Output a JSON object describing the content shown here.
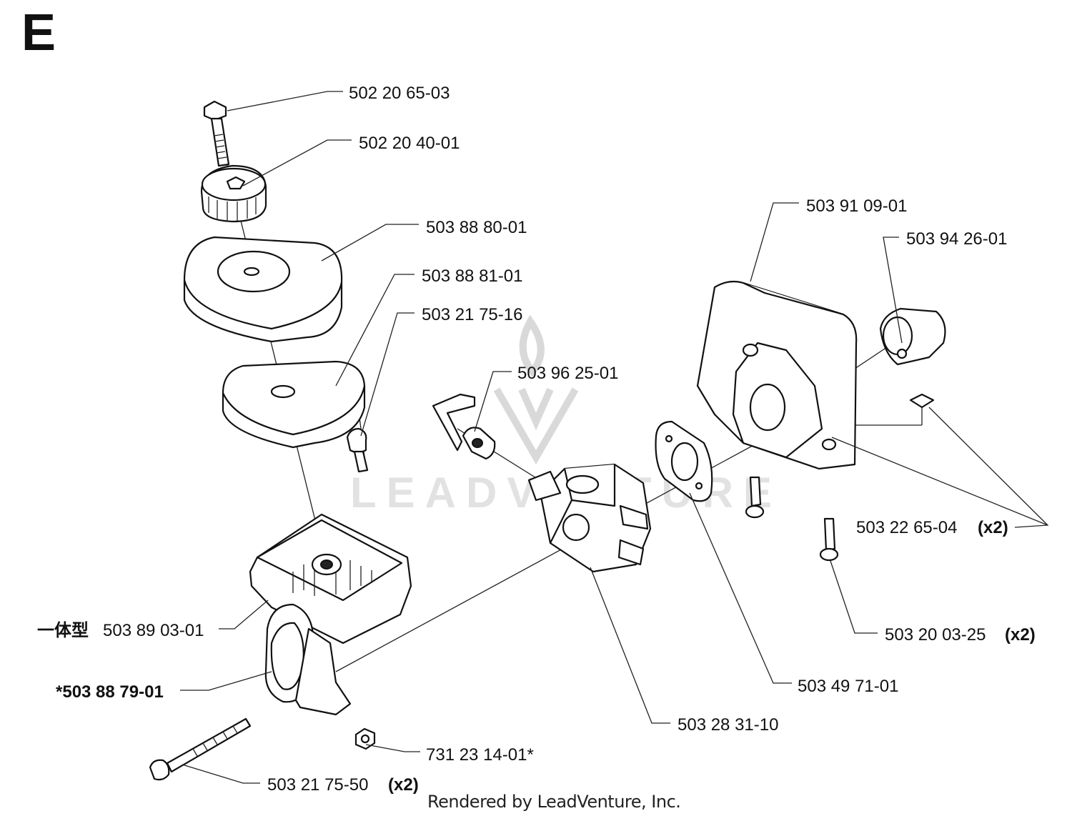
{
  "page_letter": "E",
  "footer": "Rendered by LeadVenture, Inc.",
  "watermark": "LEADVENTURE",
  "callouts": {
    "screw_top": "502 20 65-03",
    "knob": "502 20 40-01",
    "filter_cover": "503 88 80-01",
    "filter_element": "503 88 81-01",
    "screw_small": "503 21 75-16",
    "choke_lever": "503 96 25-01",
    "filter_housing": "503 89 03-01",
    "filter_housing_prefix": "一体型",
    "grommet": "*503 88 79-01",
    "nut": "731 23 14-01*",
    "long_bolt": "503 21 75-50",
    "long_bolt_qty": "(x2)",
    "carburetor": "503 28 31-10",
    "gasket": "503 49 71-01",
    "bolt_right": "503 20 03-25",
    "bolt_right_qty": "(x2)",
    "nut_square": "503 22 65-04",
    "nut_square_qty": "(x2)",
    "intake_cover": "503 91 09-01",
    "sleeve": "503 94 26-01"
  }
}
